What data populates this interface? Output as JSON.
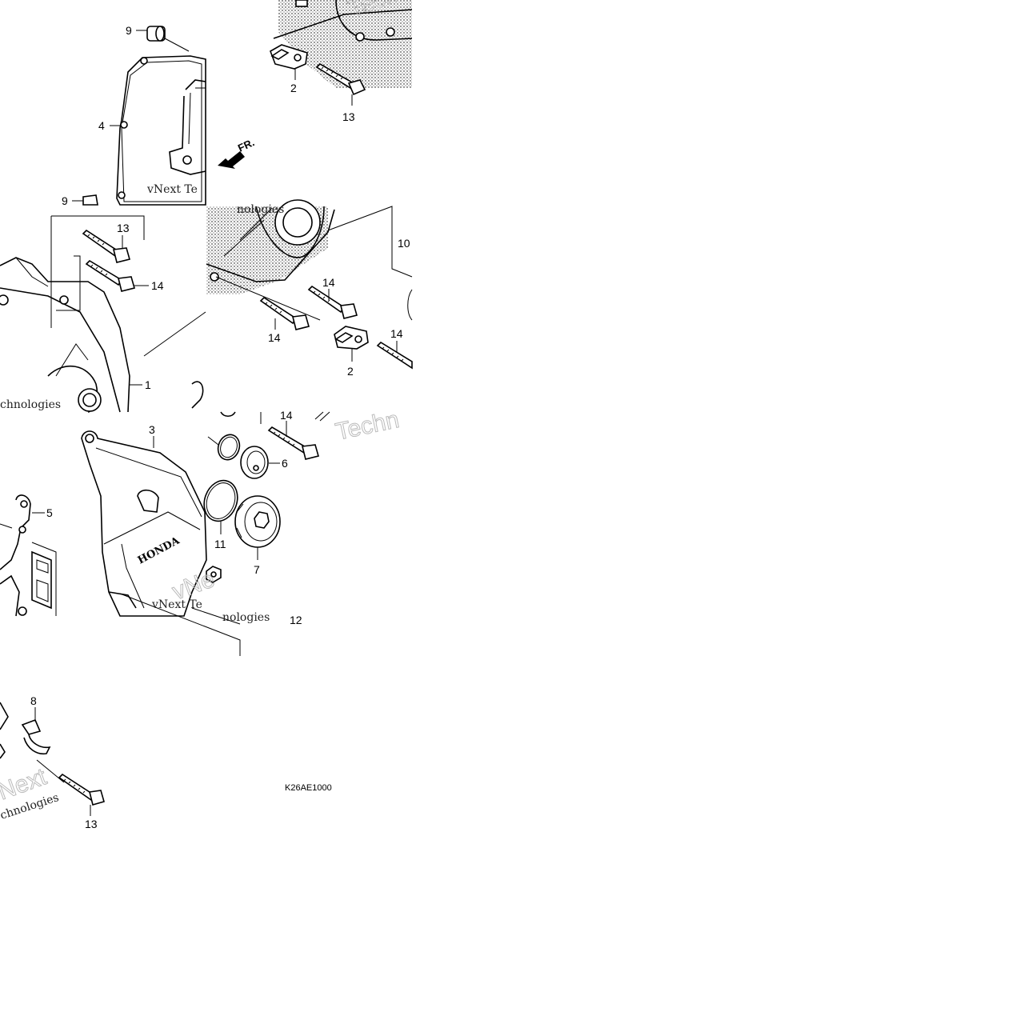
{
  "callouts": {
    "c9a": "9",
    "c2a": "2",
    "c13a": "13",
    "c4": "4",
    "c9b": "9",
    "c13b": "13",
    "c14a": "14",
    "c10": "10",
    "c14b": "14",
    "c14c": "14",
    "c14d": "14",
    "c2b": "2",
    "c1": "1",
    "c3": "3",
    "c14e": "14",
    "c6": "6",
    "c5": "5",
    "c11": "11",
    "c7": "7",
    "c12": "12",
    "c8": "8",
    "c13c": "13"
  },
  "front_indicator": "FR.",
  "brand_mark": "HONDA",
  "diagram_code": "K26AE1000",
  "watermarks": {
    "w1": "vNext Te",
    "w2": "nologies",
    "w3": "vNext Te",
    "w4": "nologies",
    "w5": "Techno",
    "w6": "chnologies",
    "w7": "Next",
    "w8": "chnologies",
    "w9": "Techn",
    "w10": "vNe"
  },
  "colors": {
    "ink": "#000000",
    "paper": "#ffffff",
    "watermark": "#bbbbbb"
  }
}
